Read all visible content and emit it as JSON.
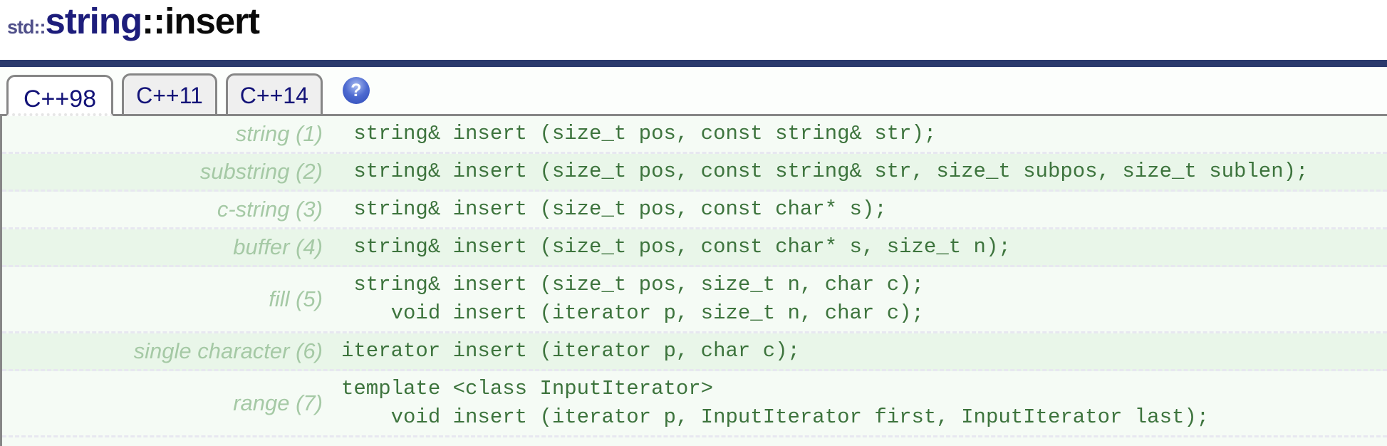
{
  "page": {
    "title_prefix": "std::",
    "title_class": "string",
    "title_member": "::insert"
  },
  "tabs": {
    "items": [
      {
        "label": "C++98",
        "active": true
      },
      {
        "label": "C++11",
        "active": false
      },
      {
        "label": "C++14",
        "active": false
      }
    ],
    "help_glyph": "?"
  },
  "declarations": {
    "rows": [
      {
        "label": "string (1)",
        "code": " string& insert (size_t pos, const string& str);"
      },
      {
        "label": "substring (2)",
        "code": " string& insert (size_t pos, const string& str, size_t subpos, size_t sublen);"
      },
      {
        "label": "c-string (3)",
        "code": " string& insert (size_t pos, const char* s);"
      },
      {
        "label": "buffer (4)",
        "code": " string& insert (size_t pos, const char* s, size_t n);"
      },
      {
        "label": "fill (5)",
        "code": " string& insert (size_t pos, size_t n, char c);\n    void insert (iterator p, size_t n, char c);"
      },
      {
        "label": "single character (6)",
        "code": "iterator insert (iterator p, char c);"
      },
      {
        "label": "range (7)",
        "code": "template <class InputIterator>\n    void insert (iterator p, InputIterator first, InputIterator last);"
      }
    ]
  },
  "colors": {
    "accent_rule": "#2b3a6d",
    "tab_text": "#131378",
    "border_gray": "#868686",
    "code_green": "#3d743d",
    "label_green": "#a5c9a5",
    "row_light": "#f5fbf5",
    "row_dark": "#e9f6e9",
    "dash_color": "#e7e7f0",
    "title_std": "#50508a",
    "title_class": "#1d1d7b",
    "title_member": "#0a0a0a"
  }
}
